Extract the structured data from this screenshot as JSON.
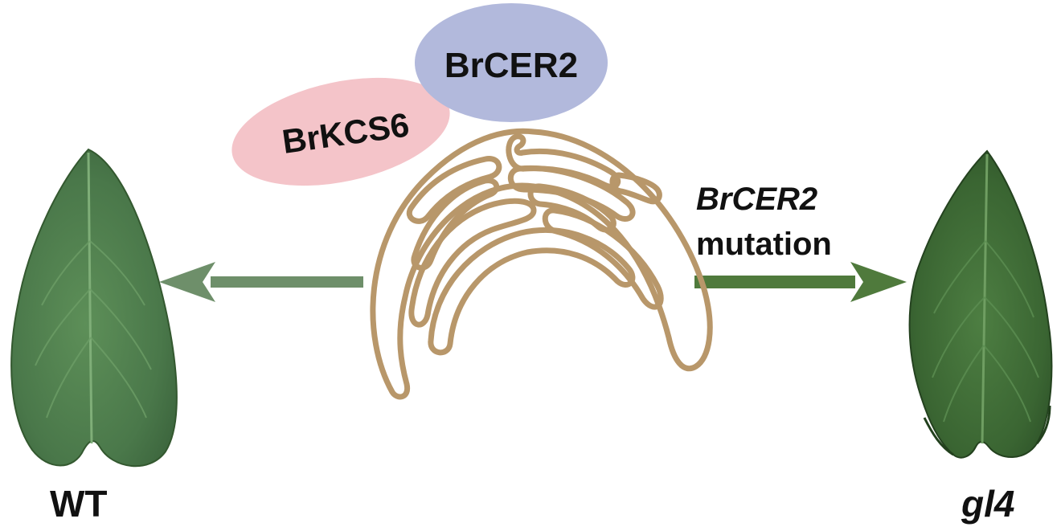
{
  "labels": {
    "wt": "WT",
    "gl4": "gl4",
    "protein_kcs6": "BrKCS6",
    "protein_cer2": "BrCER2",
    "mutation_gene": "BrCER2",
    "mutation_word": "mutation"
  },
  "colors": {
    "kcs6_ellipse": "#f4c4c9",
    "cer2_ellipse": "#b2b9dc",
    "er_membrane": "#b8976a",
    "arrow_left": "#6e8f6a",
    "arrow_right": "#4f7a3c",
    "leaf_wt": "#4e7d4c",
    "leaf_gl4": "#3e6a35"
  },
  "icons": {
    "organelle": "endoplasmic-reticulum",
    "left_image": "wild-type-leaf",
    "right_image": "mutant-leaf"
  }
}
